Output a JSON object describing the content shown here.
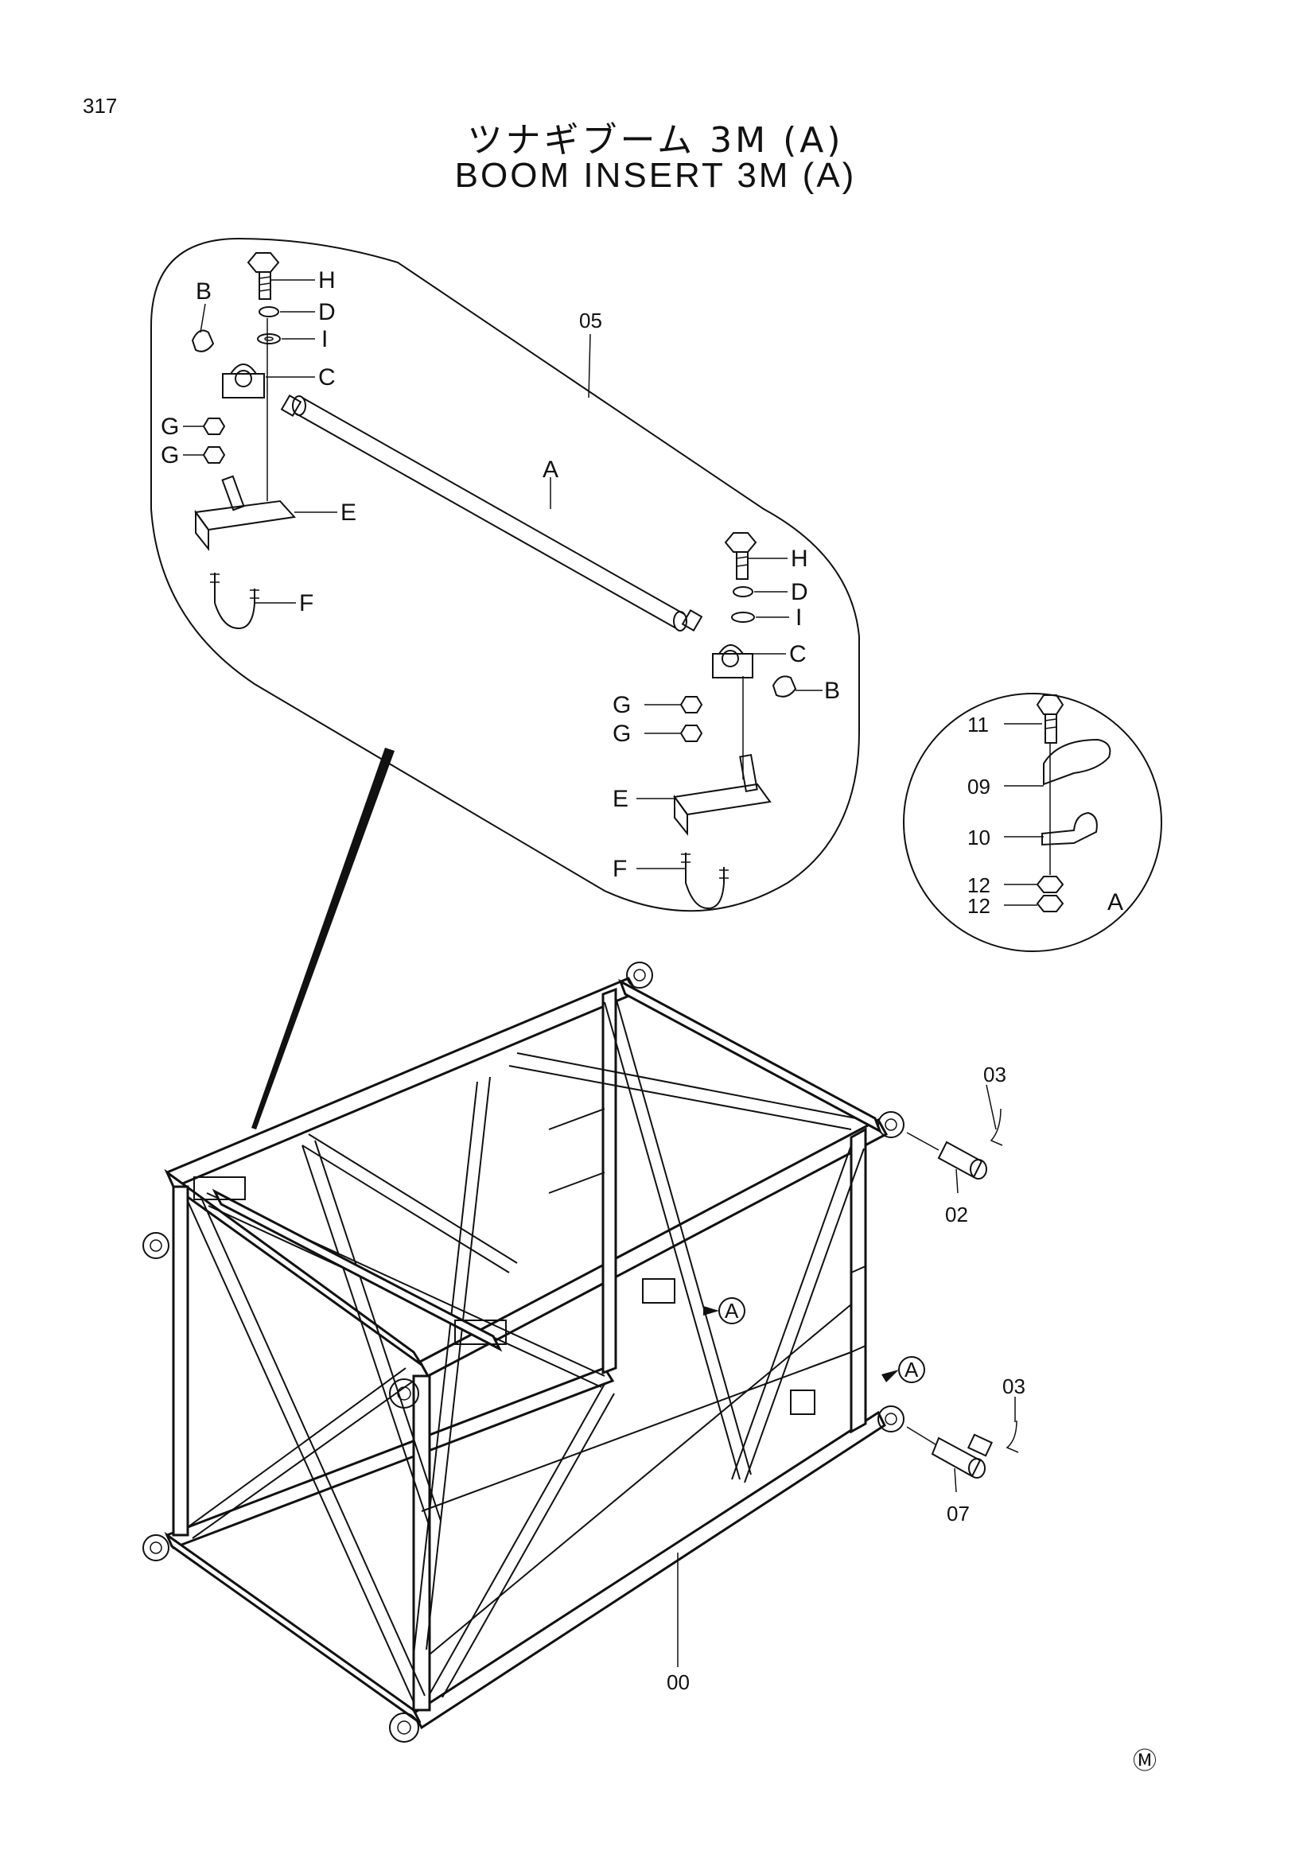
{
  "page": {
    "number": "317",
    "title_jp": "ツナギブーム 3M (A)",
    "title_en": "BOOM INSERT 3M (A)",
    "maker_mark": "Ⓜ"
  },
  "detail_callout": {
    "part_number": "05",
    "shaft_label": "A",
    "left_end_labels": [
      "B",
      "H",
      "D",
      "I",
      "C",
      "G",
      "G",
      "E",
      "F"
    ],
    "right_end_labels": [
      "H",
      "D",
      "I",
      "C",
      "B",
      "G",
      "G",
      "E",
      "F"
    ]
  },
  "clamp_detail": {
    "ref_label": "A",
    "parts": [
      "11",
      "09",
      "10",
      "12",
      "12"
    ]
  },
  "main_assembly": {
    "frame_number": "00",
    "pins": [
      {
        "pin": "02",
        "clip": "03"
      },
      {
        "pin": "07",
        "clip": "03"
      }
    ],
    "view_markers": [
      "A",
      "A"
    ]
  }
}
